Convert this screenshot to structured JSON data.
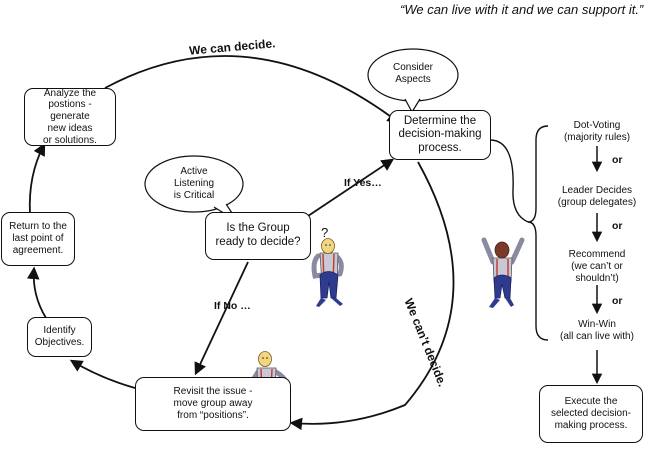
{
  "quote": "“We can live with it and we can support it.”",
  "nodes": {
    "determine": "Determine the\ndecision-making\nprocess.",
    "analyze": "Analyze the\npostions -\ngenerate\nnew ideas\nor solutions.",
    "return": "Return to the\nlast point of\nagreement.",
    "identify": "Identify\nObjectives.",
    "revisit": "Revisit the issue -\nmove group away\nfrom “positions”.",
    "ready": "Is the Group\nready to decide?",
    "execute": "Execute the\nselected decision-\nmaking process."
  },
  "bubbles": {
    "consider": "Consider\nAspects",
    "listening": "Active\nListening\nis Critical"
  },
  "edge_labels": {
    "can_decide": "We can decide.",
    "cant_decide": "We can’t decide.",
    "if_yes": "If Yes…",
    "if_no": "If No …"
  },
  "options": [
    "Dot-Voting\n(majority rules)",
    "Leader Decides\n(group delegates)",
    "Recommend\n(we can’t or\nshouldn’t)",
    "Win-Win\n(all can live with)"
  ],
  "or_label": "or",
  "question_mark": "?"
}
